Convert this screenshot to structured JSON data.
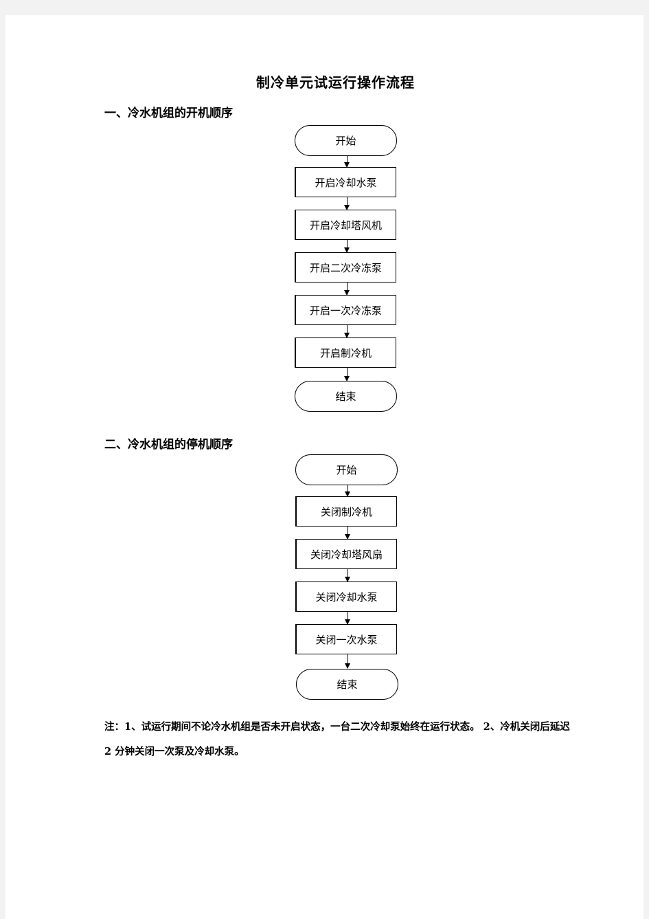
{
  "title": "制冷单元试运行操作流程",
  "section1": {
    "heading": "一、冷水机组的开机顺序",
    "start": "开始",
    "steps": [
      "开启冷却水泵",
      "开启冷却塔风机",
      "开启二次冷冻泵",
      "开启一次冷冻泵",
      "开启制冷机"
    ],
    "end": "结束"
  },
  "section2": {
    "heading": "二、冷水机组的停机顺序",
    "start": "开始",
    "steps": [
      "关闭制冷机",
      "关闭冷却塔风扇",
      "关闭冷却水泵",
      "关闭一次水泵"
    ],
    "end": "结束"
  },
  "note": "注：1、试运行期间不论冷水机组是否未开启状态，一台二次冷却泵始终在运行状态。 2、冷机关闭后延迟 2 分钟关闭一次泵及冷却水泵。"
}
